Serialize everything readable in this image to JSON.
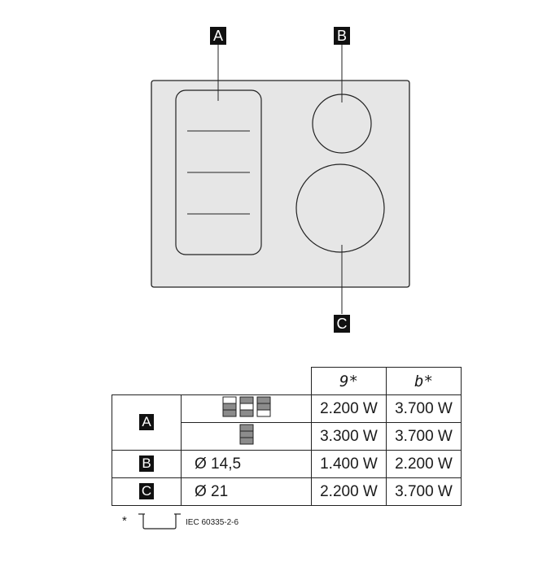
{
  "labels": {
    "a": "A",
    "b": "B",
    "c": "C"
  },
  "table": {
    "headers": [
      "9*",
      "b*"
    ],
    "rows": [
      {
        "zone": "A",
        "icon": "flexible-zone-full-icon",
        "p1": "2.200 W",
        "p2": "3.700 W"
      },
      {
        "zone": "",
        "icon": "flexible-zone-bridge-icon",
        "p1": "3.300 W",
        "p2": "3.700 W"
      },
      {
        "zone": "B",
        "diameter": "Ø 14,5",
        "p1": "1.400 W",
        "p2": "2.200 W"
      },
      {
        "zone": "C",
        "diameter": "Ø 21",
        "p1": "2.200 W",
        "p2": "3.700 W"
      }
    ]
  },
  "footnote": {
    "marker": "*",
    "icon": "pot-icon",
    "standard": "IEC 60335-2-6"
  },
  "colors": {
    "hob": "#e6e6e6",
    "stroke": "#222222",
    "label_bg": "#111111",
    "icon_fill": "#8c8c8c"
  }
}
